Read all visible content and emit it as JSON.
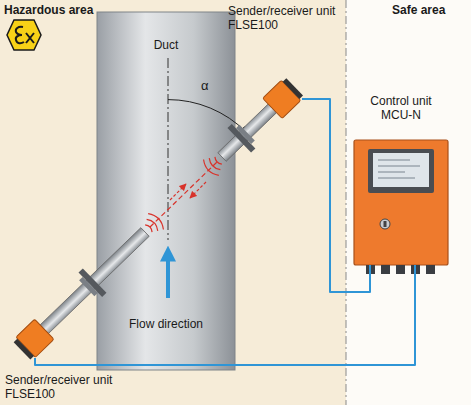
{
  "diagram": {
    "nodes": [
      {
        "text": [
          "Hazardous area"
        ]
      },
      {
        "text": [
          "Safe area"
        ]
      },
      {
        "text": [
          "Duct",
          "Flow direction"
        ],
        "in": 0
      },
      {
        "text": [
          "Sender/receiver unit FLSE100"
        ],
        "in": 0
      },
      {
        "text": [
          "Control unit MCU-N"
        ],
        "in": 1
      },
      {
        "text": [
          "Sender/receiver unit FLSE100"
        ],
        "in": 0
      }
    ],
    "edges": [
      {
        "from": 3,
        "to": 4,
        "arrow": "none"
      },
      {
        "from": 5,
        "to": 4,
        "arrow": "none"
      }
    ],
    "labels": [
      "α"
    ]
  }
}
